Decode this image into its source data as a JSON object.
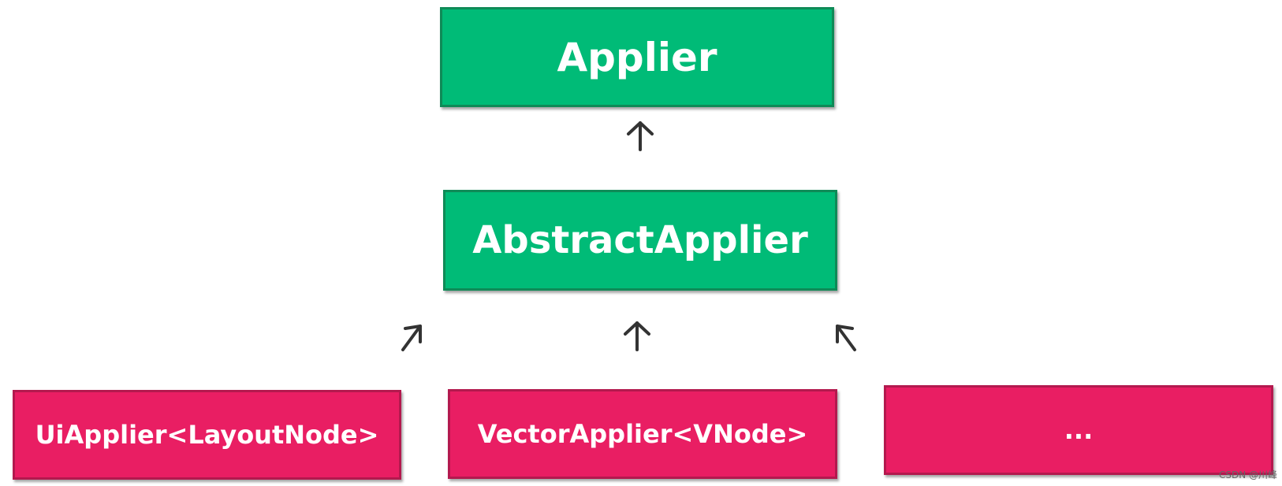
{
  "diagram": {
    "nodes": {
      "applier": "Applier",
      "abstract_applier": "AbstractApplier",
      "ui_applier": "UiApplier<LayoutNode>",
      "vector_applier": "VectorApplier<VNode>",
      "more": "..."
    },
    "colors": {
      "interface_fill": "#00bb77",
      "interface_border": "#0f8a57",
      "impl_fill": "#e91e63",
      "impl_border": "#b3194e",
      "arrow": "#333333"
    }
  },
  "watermark": "CSDN @川峰"
}
